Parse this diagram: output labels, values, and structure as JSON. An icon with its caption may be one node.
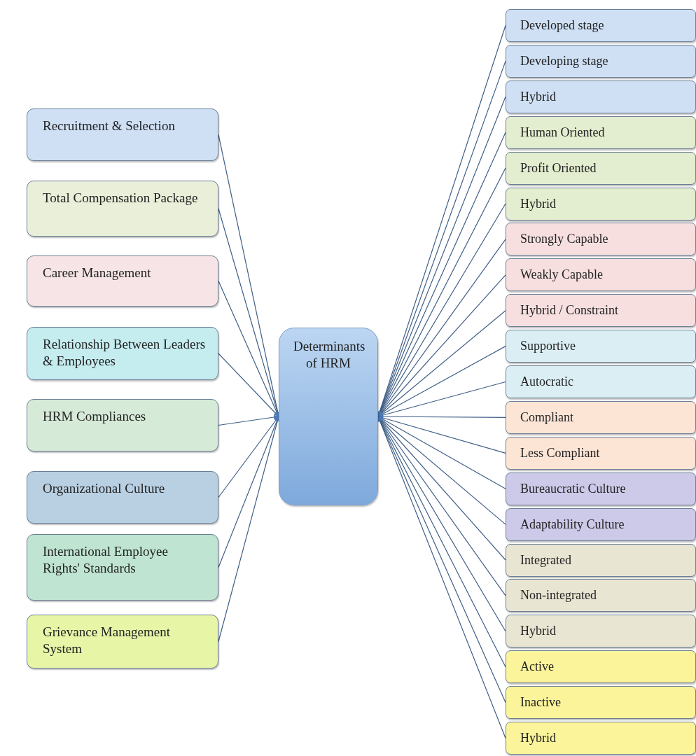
{
  "diagram": {
    "nodes": [
      {
        "text": [
          "Recruitment & Selection"
        ]
      },
      {
        "text": [
          "Total Compensation Package"
        ]
      },
      {
        "text": [
          "Career Management"
        ]
      },
      {
        "text": [
          "Relationship Between Leaders & Employees"
        ]
      },
      {
        "text": [
          "HRM Compliances"
        ]
      },
      {
        "text": [
          "Organizational Culture"
        ]
      },
      {
        "text": [
          "International Employee Rights' Standards"
        ]
      },
      {
        "text": [
          "Grievance Management System"
        ]
      },
      {
        "text": [
          "Determinants of HRM"
        ]
      },
      {
        "text": [
          "Developed stage"
        ]
      },
      {
        "text": [
          "Developing stage"
        ]
      },
      {
        "text": [
          "Hybrid"
        ]
      },
      {
        "text": [
          "Human Oriented"
        ]
      },
      {
        "text": [
          "Profit Oriented"
        ]
      },
      {
        "text": [
          "Hybrid"
        ]
      },
      {
        "text": [
          "Strongly Capable"
        ]
      },
      {
        "text": [
          "Weakly Capable"
        ]
      },
      {
        "text": [
          "Hybrid / Constraint"
        ]
      },
      {
        "text": [
          "Supportive"
        ]
      },
      {
        "text": [
          "Autocratic"
        ]
      },
      {
        "text": [
          "Compliant"
        ]
      },
      {
        "text": [
          "Less Compliant"
        ]
      },
      {
        "text": [
          "Bureaucratic Culture"
        ]
      },
      {
        "text": [
          "Adaptability Culture"
        ]
      },
      {
        "text": [
          "Integrated"
        ]
      },
      {
        "text": [
          "Non-integrated"
        ]
      },
      {
        "text": [
          "Hybrid"
        ]
      },
      {
        "text": [
          "Active"
        ]
      },
      {
        "text": [
          "Inactive"
        ]
      },
      {
        "text": [
          "Hybrid"
        ]
      }
    ],
    "edges": [
      {
        "from": 0,
        "to": 8,
        "arrow": "to"
      },
      {
        "from": 1,
        "to": 8,
        "arrow": "to"
      },
      {
        "from": 2,
        "to": 8,
        "arrow": "to"
      },
      {
        "from": 3,
        "to": 8,
        "arrow": "to"
      },
      {
        "from": 4,
        "to": 8,
        "arrow": "to"
      },
      {
        "from": 5,
        "to": 8,
        "arrow": "to"
      },
      {
        "from": 6,
        "to": 8,
        "arrow": "to"
      },
      {
        "from": 7,
        "to": 8,
        "arrow": "to"
      },
      {
        "from": 9,
        "to": 8,
        "arrow": "to"
      },
      {
        "from": 10,
        "to": 8,
        "arrow": "to"
      },
      {
        "from": 11,
        "to": 8,
        "arrow": "to"
      },
      {
        "from": 12,
        "to": 8,
        "arrow": "to"
      },
      {
        "from": 13,
        "to": 8,
        "arrow": "to"
      },
      {
        "from": 14,
        "to": 8,
        "arrow": "to"
      },
      {
        "from": 15,
        "to": 8,
        "arrow": "to"
      },
      {
        "from": 16,
        "to": 8,
        "arrow": "to"
      },
      {
        "from": 17,
        "to": 8,
        "arrow": "to"
      },
      {
        "from": 18,
        "to": 8,
        "arrow": "to"
      },
      {
        "from": 19,
        "to": 8,
        "arrow": "to"
      },
      {
        "from": 20,
        "to": 8,
        "arrow": "to"
      },
      {
        "from": 21,
        "to": 8,
        "arrow": "to"
      },
      {
        "from": 22,
        "to": 8,
        "arrow": "to"
      },
      {
        "from": 23,
        "to": 8,
        "arrow": "to"
      },
      {
        "from": 24,
        "to": 8,
        "arrow": "to"
      },
      {
        "from": 25,
        "to": 8,
        "arrow": "to"
      },
      {
        "from": 26,
        "to": 8,
        "arrow": "to"
      },
      {
        "from": 27,
        "to": 8,
        "arrow": "to"
      },
      {
        "from": 28,
        "to": 8,
        "arrow": "to"
      },
      {
        "from": 29,
        "to": 8,
        "arrow": "to"
      }
    ]
  }
}
